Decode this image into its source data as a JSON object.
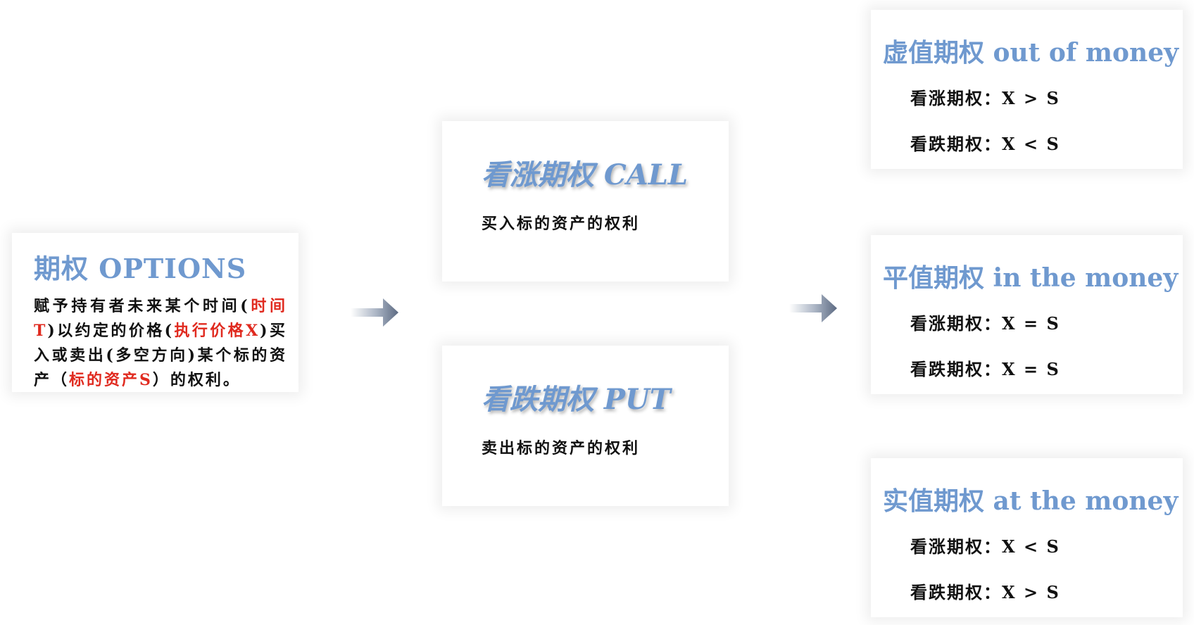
{
  "root": {
    "title": "期权  OPTIONS",
    "desc": {
      "p1": "赋予持有者未来某个时间(",
      "h1": "时间T",
      "p2": ")以约定的价格(",
      "h2": "执行价格X",
      "p3": ")买入或卖出(多空方向)某个标的资产（",
      "h3": "标的资产S",
      "p4": "）的权利。"
    }
  },
  "call": {
    "title": "看涨期权  CALL",
    "desc": "买入标的资产的权利"
  },
  "put": {
    "title": "看跌期权  PUT",
    "desc": "卖出标的资产的权利"
  },
  "otm": {
    "title": "虚值期权 out of money",
    "rule_call": "看涨期权：X > S",
    "rule_put": "看跌期权：X < S"
  },
  "atm": {
    "title": "平值期权 in the money",
    "rule_call": "看涨期权：X = S",
    "rule_put": "看跌期权：X = S"
  },
  "itm": {
    "title": "实值期权 at the money",
    "rule_call": "看涨期权：X < S",
    "rule_put": "看跌期权：X > S"
  },
  "colors": {
    "title": "#6f99cf",
    "highlight": "#e02a1f",
    "text": "#111111"
  }
}
